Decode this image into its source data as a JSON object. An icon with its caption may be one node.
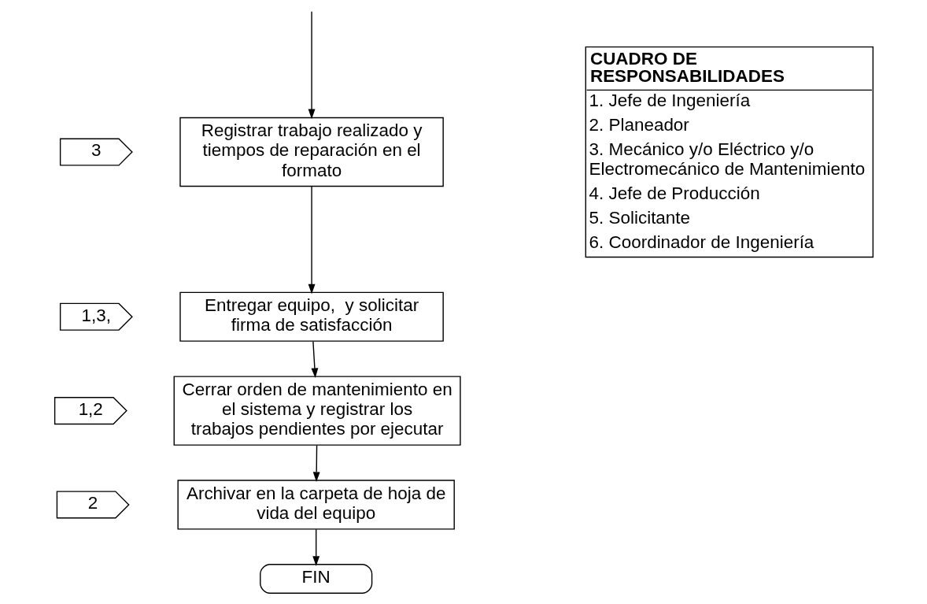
{
  "diagram": {
    "nodes": [
      {
        "text": [
          "3"
        ]
      },
      {
        "text": [
          "Registrar trabajo realizado y tiempos de reparación en el formato"
        ]
      },
      {
        "text": [
          "1,3,"
        ]
      },
      {
        "text": [
          "Entregar equipo,  y solicitar  firma de satisfacción"
        ]
      },
      {
        "text": [
          "1,2"
        ]
      },
      {
        "text": [
          "Cerrar orden de mantenimiento en el sistema y registrar los trabajos pendientes por ejecutar"
        ]
      },
      {
        "text": [
          "2"
        ]
      },
      {
        "text": [
          "Archivar en la carpeta de hoja de vida del equipo"
        ]
      },
      {
        "text": [
          "FIN"
        ]
      },
      {
        "text": [
          "CUADRO DE RESPONSABILIDADES",
          "1. Jefe de Ingeniería",
          "2. Planeador",
          "3. Mecánico y/o Eléctrico y/o Electromecánico de Mantenimiento",
          "4. Jefe de Producción",
          "5. Solicitante",
          "6. Coordinador de Ingeniería"
        ]
      }
    ],
    "edges": [
      {
        "from": null,
        "to": 1,
        "arrow": "to"
      },
      {
        "from": 1,
        "to": 3,
        "arrow": "to"
      },
      {
        "from": 3,
        "to": 5,
        "arrow": "to"
      },
      {
        "from": 5,
        "to": 7,
        "arrow": "to"
      },
      {
        "from": 7,
        "to": 8,
        "arrow": "to"
      }
    ]
  }
}
